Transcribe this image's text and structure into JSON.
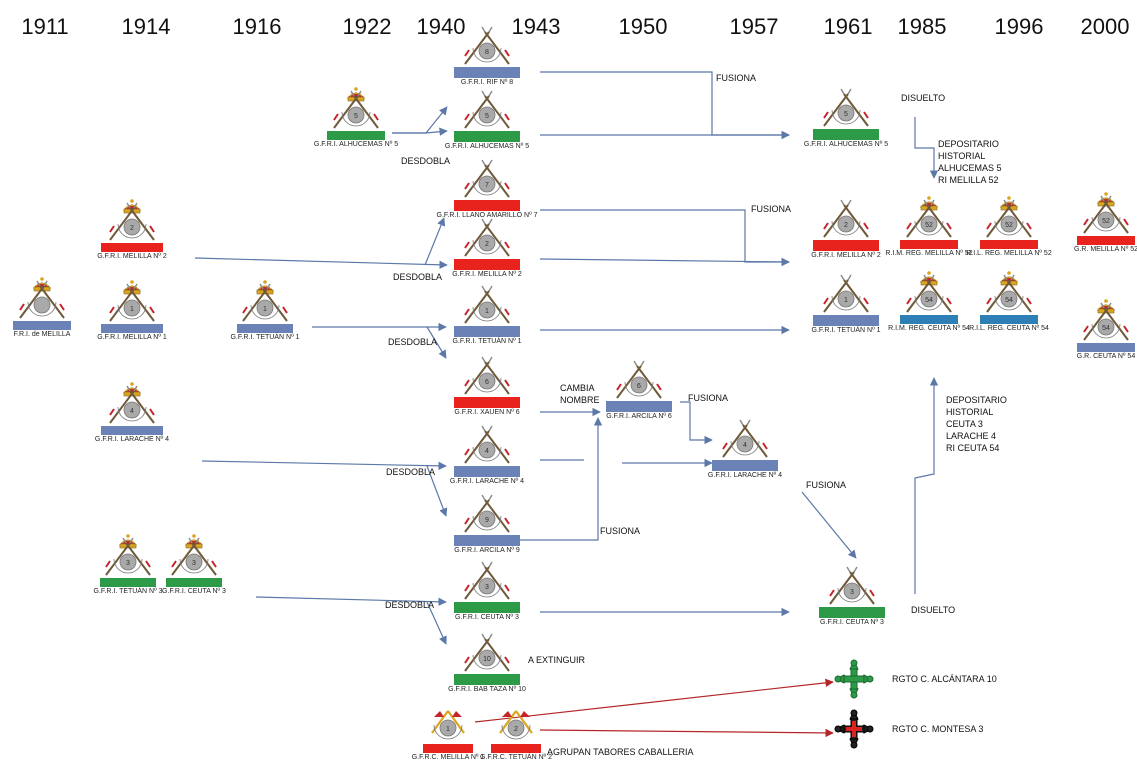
{
  "years": [
    "1911",
    "1914",
    "1916",
    "1922",
    "1940",
    "1943",
    "1950",
    "1957",
    "1961",
    "1985",
    "1996",
    "2000"
  ],
  "colors": {
    "blue": "#6a82b6",
    "red": "#e8221c",
    "green": "#2d9a48",
    "teal": "#2d7fb6",
    "arrow": "#5b78a8",
    "red_arrow": "#b5262a"
  },
  "units": [
    {
      "id": "fri_melilla_1911",
      "label": "F.R.I. de MELILLA",
      "number": "",
      "bar": "blue",
      "crown": true
    },
    {
      "id": "melilla2_1914",
      "label": "G.F.R.I. MELILLA Nº 2",
      "number": "2",
      "bar": "red",
      "crown": true
    },
    {
      "id": "melilla1_1914",
      "label": "G.F.R.I. MELILLA Nº 1",
      "number": "1",
      "bar": "blue",
      "crown": true
    },
    {
      "id": "larache4_1914",
      "label": "G.F.R.I. LARACHE Nº 4",
      "number": "4",
      "bar": "blue",
      "crown": true
    },
    {
      "id": "tetuan3_1914",
      "label": "G.F.R.I. TETUÁN Nº 3",
      "number": "3",
      "bar": "green",
      "crown": true
    },
    {
      "id": "ceuta3_1914",
      "label": "G.F.R.I. CEUTA Nº 3",
      "number": "3",
      "bar": "green",
      "crown": true
    },
    {
      "id": "tetuan1_1916",
      "label": "G.F.R.I. TETUÁN Nº 1",
      "number": "1",
      "bar": "blue",
      "crown": true
    },
    {
      "id": "alhucemas5_1922",
      "label": "G.F.R.I. ALHUCEMAS Nº 5",
      "number": "5",
      "bar": "green",
      "crown": true
    },
    {
      "id": "rif8_1940",
      "label": "G.F.R.I. RIF Nº 8",
      "number": "8",
      "bar": "blue",
      "crown": false
    },
    {
      "id": "alhucemas5_1940",
      "label": "G.F.R.I. ALHUCEMAS Nº 5",
      "number": "5",
      "bar": "green",
      "crown": false
    },
    {
      "id": "llano7_1940",
      "label": "G.F.R.I. LLANO AMARILLO Nº 7",
      "number": "7",
      "bar": "red",
      "crown": false
    },
    {
      "id": "melilla2_1940",
      "label": "G.F.R.I. MELILLA Nº 2",
      "number": "2",
      "bar": "red",
      "crown": false
    },
    {
      "id": "tetuan1_1940",
      "label": "G.F.R.I. TETUÁN Nº 1",
      "number": "1",
      "bar": "blue",
      "crown": false
    },
    {
      "id": "xauen6_1940",
      "label": "G.F.R.I. XAUEN Nº 6",
      "number": "6",
      "bar": "red",
      "crown": false
    },
    {
      "id": "larache4_1940",
      "label": "G.F.R.I. LARACHE Nº 4",
      "number": "4",
      "bar": "blue",
      "crown": false
    },
    {
      "id": "arcila9_1940",
      "label": "G.F.R.I. ARCILA Nº 9",
      "number": "9",
      "bar": "blue",
      "crown": false
    },
    {
      "id": "ceuta3_1940",
      "label": "G.F.R.I. CEUTA Nº 3",
      "number": "3",
      "bar": "green",
      "crown": false
    },
    {
      "id": "babtaza10_1940",
      "label": "G.F.R.I. BAB TAZA Nº 10",
      "number": "10",
      "bar": "green",
      "crown": false
    },
    {
      "id": "arcila6_1950",
      "label": "G.F.R.I. ARCILA Nº 6",
      "number": "6",
      "bar": "blue",
      "crown": false
    },
    {
      "id": "larache4_1957",
      "label": "G.F.R.I. LARACHE Nº 4",
      "number": "4",
      "bar": "blue",
      "crown": false
    },
    {
      "id": "alhucemas5_1961",
      "label": "G.F.R.I. ALHUCEMAS Nº 5",
      "number": "5",
      "bar": "green",
      "crown": false
    },
    {
      "id": "melilla2_1961",
      "label": "G.F.R.I. MELILLA Nº 2",
      "number": "2",
      "bar": "red",
      "crown": false
    },
    {
      "id": "tetuan1_1961",
      "label": "G.F.R.I. TETUÁN Nº 1",
      "number": "1",
      "bar": "blue",
      "crown": false
    },
    {
      "id": "ceuta3_1961",
      "label": "G.F.R.I. CEUTA Nº 3",
      "number": "3",
      "bar": "green",
      "crown": false
    },
    {
      "id": "rim52_1985",
      "label": "R.I.M. REG. MELILLA Nº 52",
      "number": "52",
      "bar": "red",
      "crown": true
    },
    {
      "id": "rim54_1985",
      "label": "R.I.M. REG. CEUTA Nº 54",
      "number": "54",
      "bar": "teal",
      "crown": true
    },
    {
      "id": "ril52_1996",
      "label": "R.I.L. REG. MELILLA Nº 52",
      "number": "52",
      "bar": "red",
      "crown": true
    },
    {
      "id": "ril54_1996",
      "label": "R.I.L. REG. CEUTA Nº 54",
      "number": "54",
      "bar": "teal",
      "crown": true
    },
    {
      "id": "gr52_2000",
      "label": "G.R. MELILLA Nº 52",
      "number": "52",
      "bar": "red",
      "crown": true
    },
    {
      "id": "gr54_2000",
      "label": "G.R. CEUTA Nº 54",
      "number": "54",
      "bar": "blue",
      "crown": true
    },
    {
      "id": "cab1_1943",
      "label": "G.F.R.C. MELILLA Nº 1",
      "number": "1",
      "bar": "red",
      "crown": false,
      "cavalry": true
    },
    {
      "id": "cab2_1943",
      "label": "G.F.R.C. TETUÁN Nº 2",
      "number": "2",
      "bar": "red",
      "crown": false,
      "cavalry": true
    }
  ],
  "notes": {
    "desdobla": "DESDOBLA",
    "fusiona": "FUSIONA",
    "disuelto": "DISUELTO",
    "cambia_nombre": "CAMBIA\nNOMBRE",
    "a_extinguir": "A EXTINGUIR",
    "agrupan": "AGRUPAN TABORES CABALLERIA",
    "depositario_melilla": "DEPOSITARIO\nHISTORIAL\nALHUCEMAS 5\nRI MELILLA 52",
    "depositario_ceuta": "DEPOSITARIO\nHISTORIAL\nCEUTA 3\nLARACHE 4\nRI CEUTA 54",
    "alcantara": "RGTO C. ALCÁNTARA 10",
    "montesa": "RGTO C. MONTESA 3"
  }
}
